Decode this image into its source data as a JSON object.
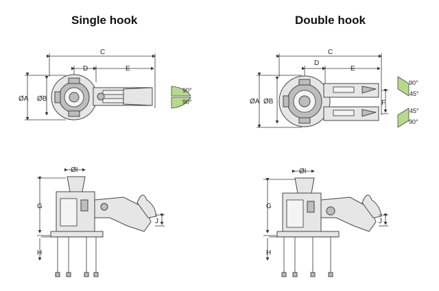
{
  "titles": {
    "single": "Single hook",
    "double": "Double hook"
  },
  "dims": {
    "A": "ØA",
    "B": "ØB",
    "C": "C",
    "D": "D",
    "E": "E",
    "F": "F",
    "G": "G",
    "H": "H",
    "I": "ØI",
    "J": "J"
  },
  "angles": {
    "a90": "90°",
    "a45": "45°"
  },
  "colors": {
    "wedge": "#b7d98a",
    "body": "#e6e6e6",
    "line": "#333333"
  }
}
